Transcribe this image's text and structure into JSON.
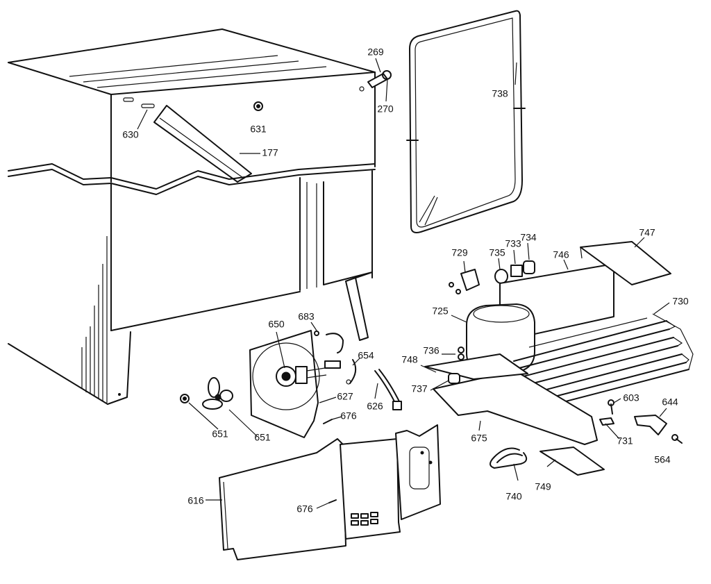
{
  "labels": {
    "l630": "630",
    "l631": "631",
    "l177": "177",
    "l269": "269",
    "l270": "270",
    "l738": "738",
    "l729": "729",
    "l735": "735",
    "l733": "733",
    "l734": "734",
    "l746": "746",
    "l747": "747",
    "l725": "725",
    "l730": "730",
    "l736": "736",
    "l748": "748",
    "l737": "737",
    "l675": "675",
    "l603": "603",
    "l644": "644",
    "l731": "731",
    "l564": "564",
    "l740": "740",
    "l749": "749",
    "l650": "650",
    "l683": "683",
    "l654": "654",
    "l627": "627",
    "l626": "626",
    "l676a": "676",
    "l651a": "651",
    "l651b": "651",
    "l616": "616",
    "l676b": "676"
  }
}
